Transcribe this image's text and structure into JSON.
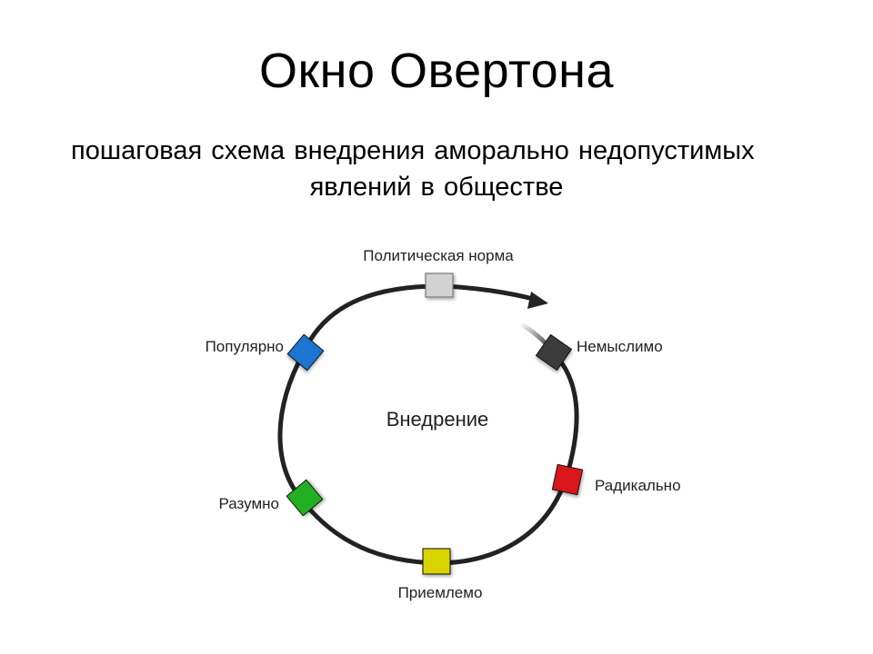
{
  "title": "Окно Овертона",
  "subtitle_line1": "пошаговая схема внедрения аморально недопустимых",
  "subtitle_line2": "явлений в обществе",
  "center_label": "Внедрение",
  "stages": [
    {
      "label": "Немыслимо",
      "color": "#3a3a3a"
    },
    {
      "label": "Радикально",
      "color": "#d8121a"
    },
    {
      "label": "Приемлемо",
      "color": "#d9d400"
    },
    {
      "label": "Разумно",
      "color": "#22b022"
    },
    {
      "label": "Популярно",
      "color": "#1e74d0"
    },
    {
      "label": "Политическая норма",
      "color": "#d2d2d2"
    }
  ],
  "colors": {
    "ring": "#222222",
    "text": "#000000"
  }
}
